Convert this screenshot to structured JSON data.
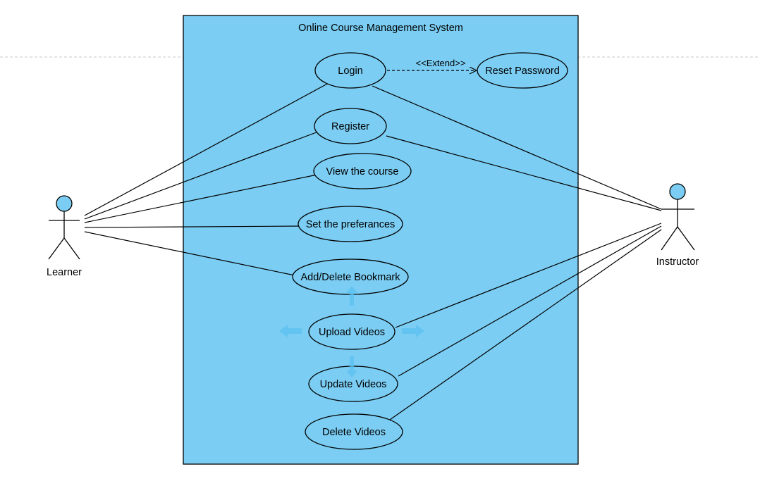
{
  "diagram": {
    "system_title": "Online Course Management System",
    "colors": {
      "system_fill": "#7bcdf3",
      "line": "#000000",
      "actor_head": "#7bcdf3",
      "hover_arrows": "#5bc0f0",
      "guide_line": "#c8c8c8"
    },
    "actors": {
      "learner": "Learner",
      "instructor": "Instructor"
    },
    "use_cases": {
      "login": "Login",
      "reset_password": "Reset Password",
      "register": "Register",
      "view_course": "View the course",
      "set_preferences": "Set the preferances",
      "bookmark": "Add/Delete Bookmark",
      "upload_videos": "Upload Videos",
      "update_videos": "Update Videos",
      "delete_videos": "Delete Videos"
    },
    "extend_label": "<<Extend>>"
  }
}
